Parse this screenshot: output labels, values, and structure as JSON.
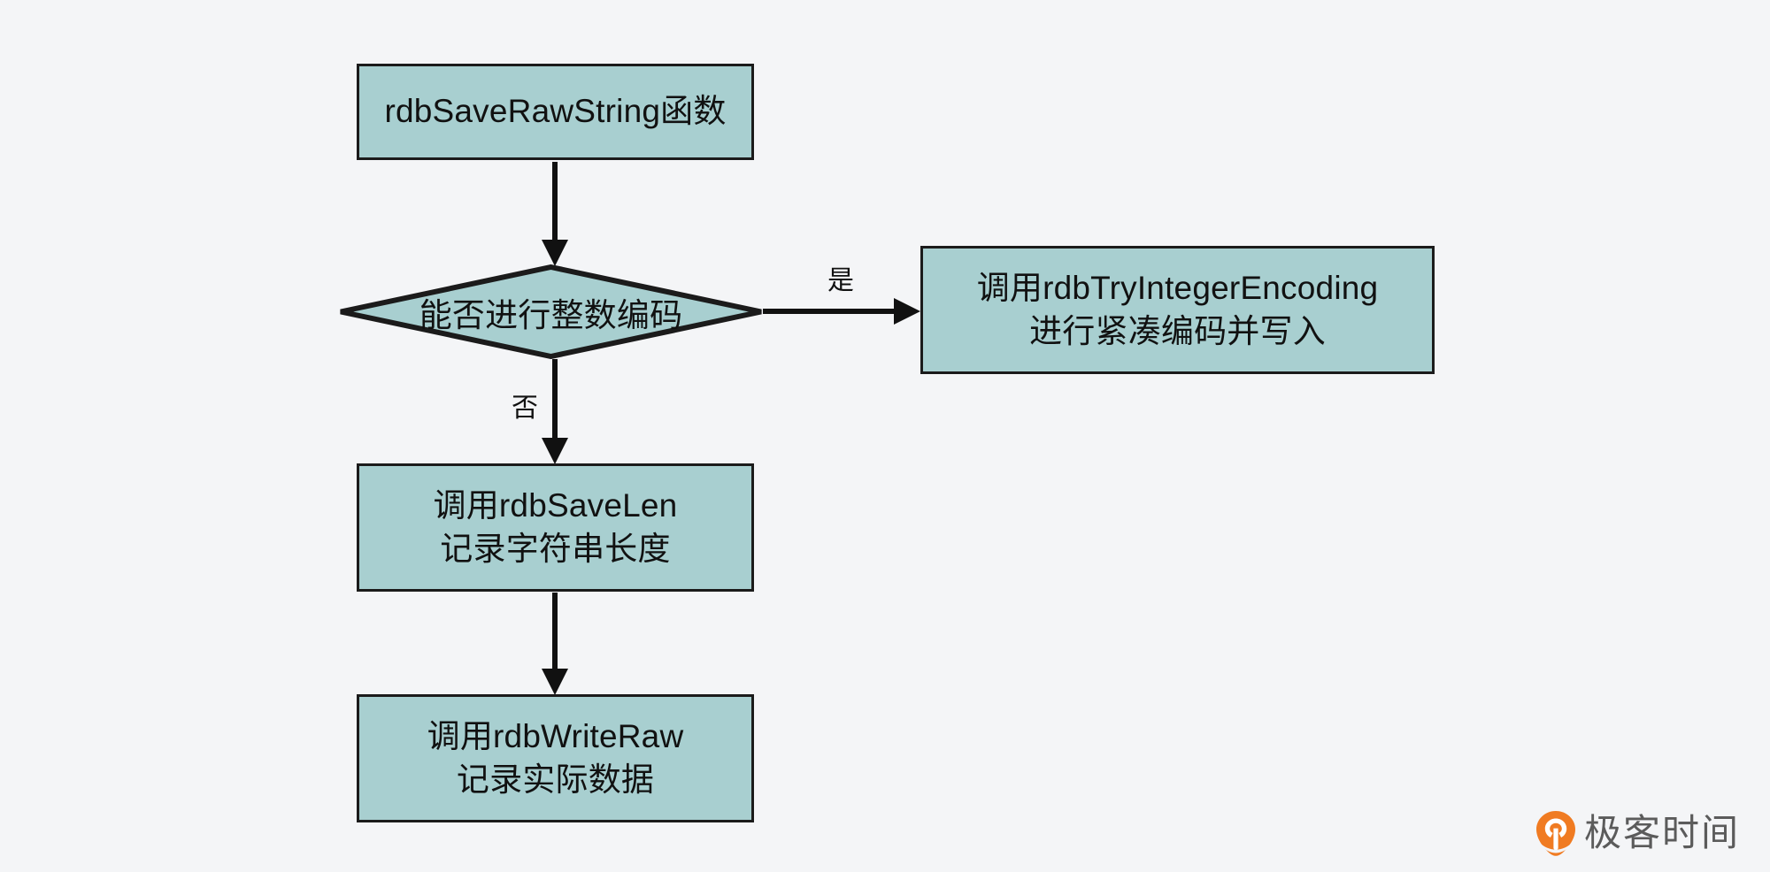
{
  "canvas": {
    "background_color": "#f4f5f7",
    "node_fill_color": "#a8cfd0",
    "node_border_color": "#1b1b1b",
    "text_color": "#111111"
  },
  "diagram": {
    "type": "flowchart",
    "nodes": [
      {
        "id": "start",
        "shape": "rectangle",
        "lines": [
          "rdbSaveRawString函数"
        ]
      },
      {
        "id": "decision",
        "shape": "diamond",
        "lines": [
          "能否进行整数编码"
        ]
      },
      {
        "id": "yes_branch",
        "shape": "rectangle",
        "lines": [
          "调用rdbTryIntegerEncoding",
          "进行紧凑编码并写入"
        ]
      },
      {
        "id": "savelen",
        "shape": "rectangle",
        "lines": [
          "调用rdbSaveLen",
          "记录字符串长度"
        ]
      },
      {
        "id": "writeraw",
        "shape": "rectangle",
        "lines": [
          "调用rdbWriteRaw",
          "记录实际数据"
        ]
      }
    ],
    "edges": [
      {
        "id": "start-to-decision",
        "from": "start",
        "to": "decision",
        "label": ""
      },
      {
        "id": "decision-to-yes",
        "from": "decision",
        "to": "yes_branch",
        "label": "是"
      },
      {
        "id": "decision-to-savelen",
        "from": "decision",
        "to": "savelen",
        "label": "否"
      },
      {
        "id": "savelen-to-writeraw",
        "from": "savelen",
        "to": "writeraw",
        "label": ""
      }
    ]
  },
  "watermark": {
    "brand": "极客时间",
    "logo_color": "#f07b22",
    "text_color": "#5b5b5b"
  }
}
